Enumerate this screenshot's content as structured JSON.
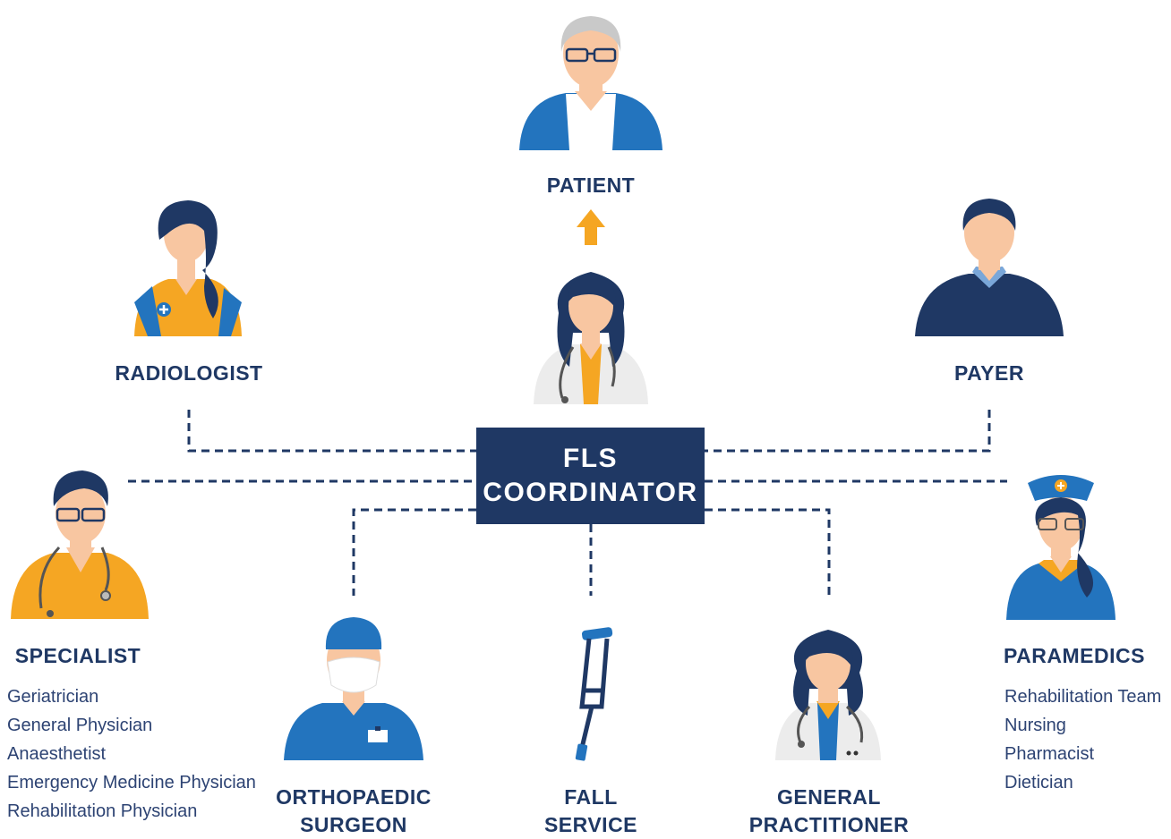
{
  "colors": {
    "navy": "#1f3864",
    "blue": "#2374be",
    "orange": "#f5a623",
    "skin": "#f8c6a1",
    "hair": "#1f3864",
    "grey_hair": "#c9c9c9",
    "coat": "#ececec"
  },
  "coordinator": {
    "line1": "FLS",
    "line2": "COORDINATOR"
  },
  "roles": {
    "patient": {
      "line1": "PATIENT"
    },
    "radiologist": {
      "line1": "RADIOLOGIST"
    },
    "payer": {
      "line1": "PAYER"
    },
    "specialist": {
      "line1": "SPECIALIST"
    },
    "paramedics": {
      "line1": "PARAMEDICS"
    },
    "orthopaedic": {
      "line1": "ORTHOPAEDIC",
      "line2": "SURGEON"
    },
    "fall": {
      "line1": "FALL",
      "line2": "SERVICE"
    },
    "gp": {
      "line1": "GENERAL",
      "line2": "PRACTITIONER"
    }
  },
  "specialist_list": [
    "Geriatrician",
    "General Physician",
    "Anaesthetist",
    "Emergency Medicine Physician",
    "Rehabilitation Physician"
  ],
  "paramedics_list": [
    "Rehabilitation Team",
    "Nursing",
    "Pharmacist",
    "Dietician"
  ],
  "icons": {
    "patient": "elderly-man-icon",
    "coordinator": "female-doctor-icon",
    "radiologist": "female-radiologist-icon",
    "payer": "man-payer-icon",
    "specialist": "male-doctor-icon",
    "paramedics": "nurse-icon",
    "orthopaedic": "surgeon-icon",
    "fall": "crutch-icon",
    "gp": "female-gp-icon"
  }
}
